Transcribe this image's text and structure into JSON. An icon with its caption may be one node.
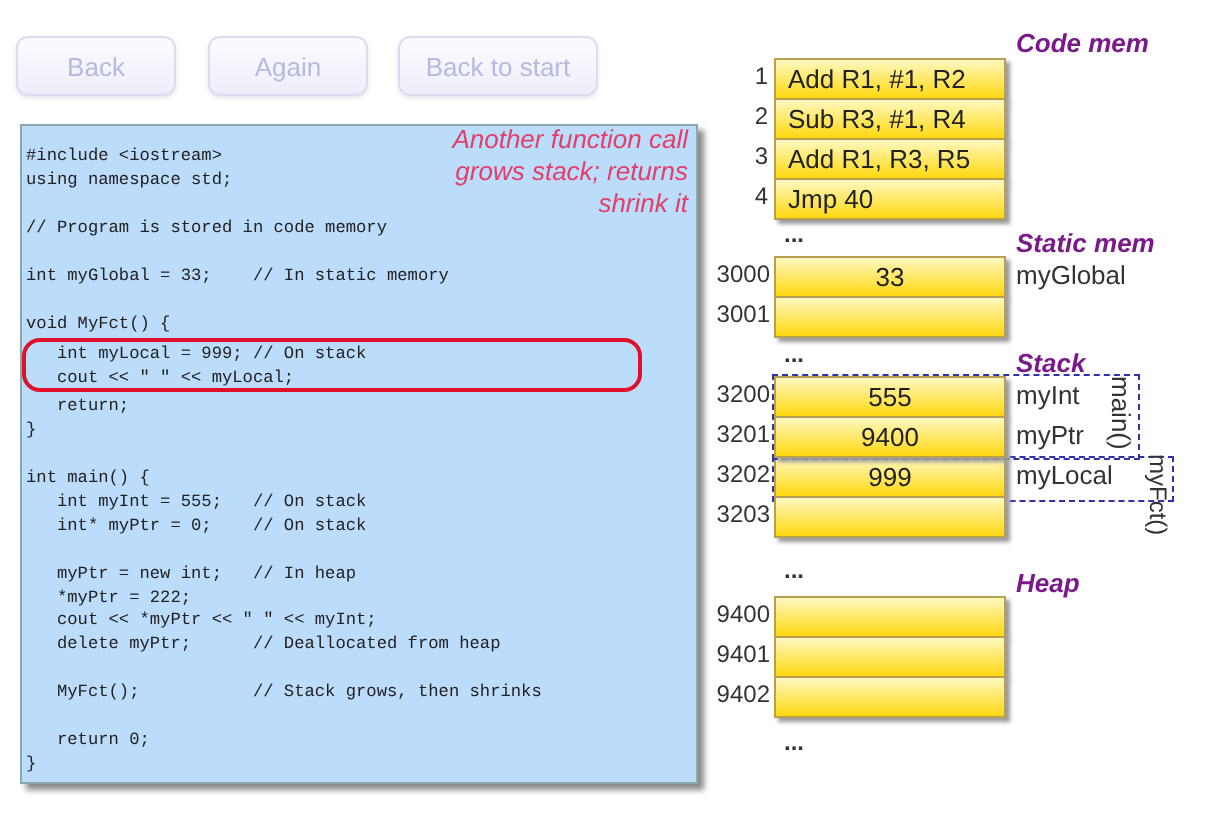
{
  "diagram": {
    "nodes": [
      {
        "text": [
          "#include <iostream>",
          "using namespace std;",
          "// Program is stored in code memory",
          "int myGlobal = 33;    // In static memory",
          "void MyFct() {",
          "   int myLocal = 999; // On stack",
          "   cout << \" \" << myLocal;",
          "   return;",
          "}",
          "int main() {",
          "   int myInt = 555;   // On stack",
          "   int* myPtr = 0;    // On stack",
          "   myPtr = new int;   // In heap",
          "   *myPtr = 222;",
          "   cout << *myPtr << \" \" << myInt;",
          "   delete myPtr;      // Deallocated from heap",
          "   MyFct();           // Stack grows, then shrinks",
          "   return 0;",
          "}"
        ]
      },
      {
        "text": [
          "Add R1, #1, R2"
        ],
        "beside": [
          "1"
        ]
      },
      {
        "text": [
          "Sub R3, #1, R4"
        ],
        "beside": [
          "2"
        ]
      },
      {
        "text": [
          "Add R1, R3, R5"
        ],
        "beside": [
          "3"
        ]
      },
      {
        "text": [
          "Jmp 40"
        ],
        "beside": [
          "4"
        ]
      },
      {
        "text": [
          "33"
        ],
        "beside": [
          "3000",
          "myGlobal"
        ]
      },
      {
        "text": [],
        "shape": "box",
        "beside": [
          "3001"
        ]
      },
      {
        "text": [
          "555"
        ],
        "beside": [
          "3200",
          "myInt"
        ],
        "in": 14
      },
      {
        "text": [
          "9400"
        ],
        "beside": [
          "3201",
          "myPtr"
        ],
        "in": 14
      },
      {
        "text": [
          "999"
        ],
        "beside": [
          "3202",
          "myLocal"
        ],
        "in": 15
      },
      {
        "text": [],
        "shape": "box",
        "beside": [
          "3203"
        ]
      },
      {
        "text": [],
        "shape": "box",
        "beside": [
          "9400"
        ]
      },
      {
        "text": [],
        "shape": "box",
        "beside": [
          "9401"
        ]
      },
      {
        "text": [],
        "shape": "box",
        "beside": [
          "9402"
        ]
      },
      {
        "text": [
          "main()"
        ]
      },
      {
        "text": [
          "myFct()"
        ]
      }
    ],
    "edges": [],
    "labels": [
      "Back",
      "Again",
      "Back to start",
      "Another function call grows stack; returns shrink it",
      "Code mem",
      "...",
      "Static mem",
      "...",
      "Stack",
      "...",
      "Heap",
      "..."
    ]
  }
}
